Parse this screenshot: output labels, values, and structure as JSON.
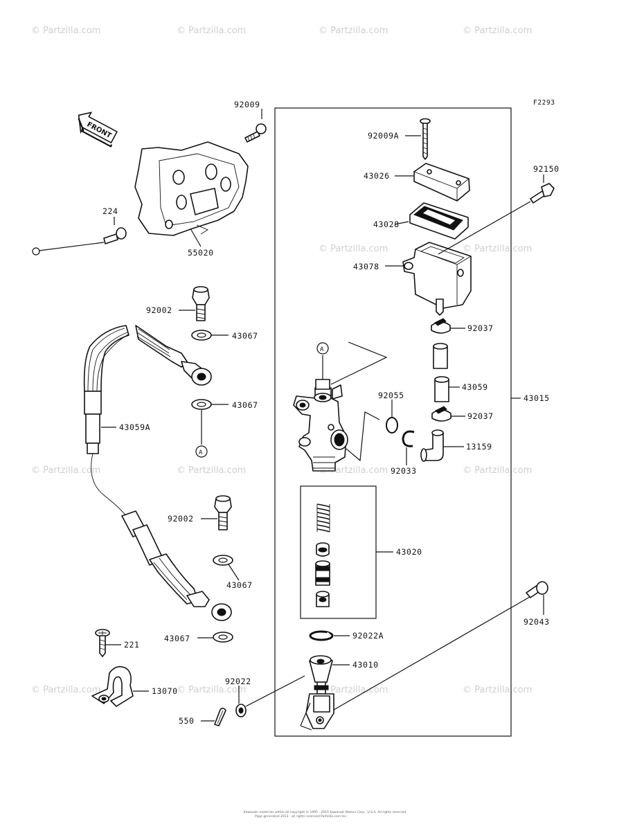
{
  "diagram_code": "F2293",
  "front_label": "FRONT",
  "ref_marker": "A",
  "watermark_text": "© Partzilla.com",
  "footer_lines": [
    "Kawasaki materials within all copyright © 1995 - 2015 Kawasaki Motors Corp., U.S.A. All rights reserved.",
    "Page generated 2013 - all rights reserved Partzilla.com Inc."
  ],
  "parts": {
    "p92009": "92009",
    "p92009A": "92009A",
    "p43026": "43026",
    "p92150": "92150",
    "p43028": "43028",
    "p224": "224",
    "p55020": "55020",
    "p43078": "43078",
    "p92002a": "92002",
    "p43067a": "43067",
    "p92037a": "92037",
    "p43067b": "43067",
    "p92055": "92055",
    "p43059": "43059",
    "p43015": "43015",
    "p43059A": "43059A",
    "p92037b": "92037",
    "p13159": "13159",
    "p92033": "92033",
    "p92002b": "92002",
    "p43020": "43020",
    "p43067c": "43067",
    "p92043": "92043",
    "p43067d": "43067",
    "p221": "221",
    "p92022A": "92022A",
    "p43010": "43010",
    "p92022": "92022",
    "p13070": "13070",
    "p550": "550"
  }
}
